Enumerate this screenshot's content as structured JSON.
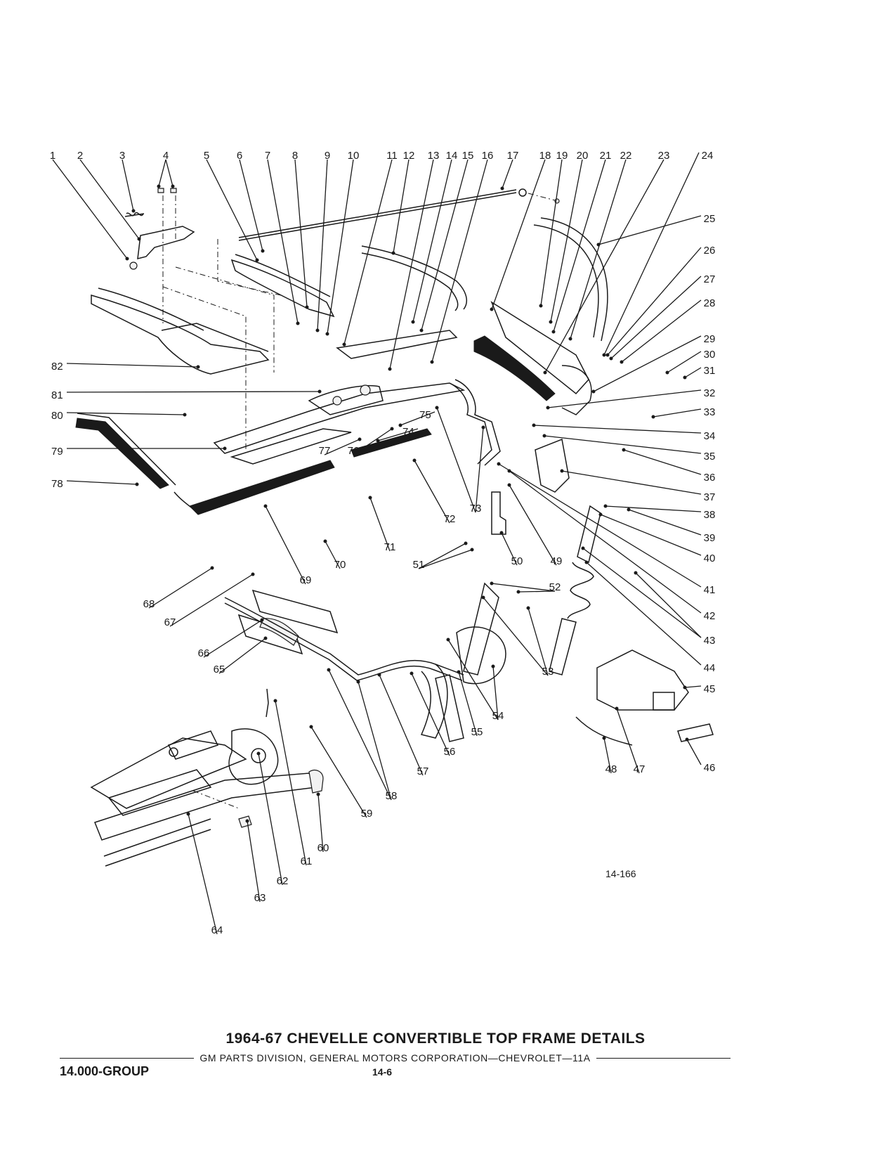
{
  "title": "1964-67 CHEVELLE CONVERTIBLE TOP FRAME DETAILS",
  "subtitle": "GM PARTS DIVISION, GENERAL MOTORS CORPORATION—CHEVROLET—11A",
  "group": "14.000-GROUP",
  "page_number": "14-6",
  "figure_id": "14-166",
  "callouts": [
    "1",
    "2",
    "3",
    "4",
    "5",
    "6",
    "7",
    "8",
    "9",
    "10",
    "11",
    "12",
    "13",
    "14",
    "15",
    "16",
    "17",
    "18",
    "19",
    "20",
    "21",
    "22",
    "23",
    "24",
    "25",
    "26",
    "27",
    "28",
    "29",
    "30",
    "31",
    "32",
    "33",
    "34",
    "35",
    "36",
    "37",
    "38",
    "39",
    "40",
    "41",
    "42",
    "43",
    "44",
    "45",
    "46",
    "47",
    "48",
    "49",
    "50",
    "51",
    "52",
    "53",
    "54",
    "55",
    "56",
    "57",
    "58",
    "59",
    "60",
    "61",
    "62",
    "63",
    "64",
    "65",
    "66",
    "67",
    "68",
    "69",
    "70",
    "71",
    "72",
    "73",
    "74",
    "75",
    "76",
    "77",
    "78",
    "79",
    "80",
    "81",
    "82"
  ]
}
